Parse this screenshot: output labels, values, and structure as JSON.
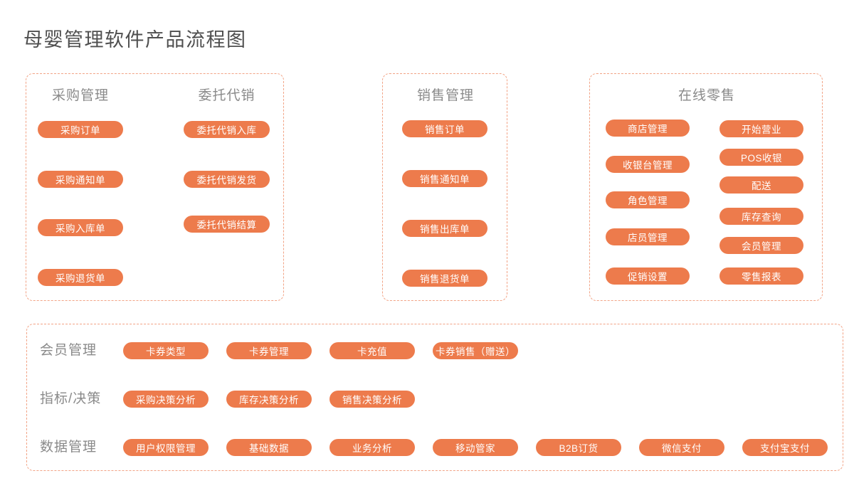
{
  "title": "母婴管理软件产品流程图",
  "colors": {
    "pill_bg": "#ED7B4C",
    "box_border": "#F2A385",
    "heading_gray": "#8A8A8A",
    "title_color": "#4F4F4F",
    "pill_text": "#FFFFFF"
  },
  "purchase_box": {
    "columns": [
      {
        "header": "采购管理",
        "pills": [
          "采购订单",
          "采购通知单",
          "采购入库单",
          "采购退货单"
        ]
      },
      {
        "header": "委托代销",
        "pills": [
          "委托代销入库",
          "委托代销发货",
          "委托代销结算"
        ]
      }
    ]
  },
  "sales_box": {
    "header": "销售管理",
    "pills": [
      "销售订单",
      "销售通知单",
      "销售出库单",
      "销售退货单"
    ]
  },
  "retail_box": {
    "header": "在线零售",
    "left_pills": [
      "商店管理",
      "收银台管理",
      "角色管理",
      "店员管理",
      "促销设置"
    ],
    "right_pills": [
      "开始营业",
      "POS收银",
      "配送",
      "库存查询",
      "会员管理",
      "零售报表"
    ]
  },
  "bottom_box": {
    "rows": [
      {
        "label": "会员管理",
        "pills": [
          "卡券类型",
          "卡券管理",
          "卡充值",
          "卡券销售（赠送）"
        ]
      },
      {
        "label": "指标/决策",
        "pills": [
          "采购决策分析",
          "库存决策分析",
          "销售决策分析"
        ]
      },
      {
        "label": "数据管理",
        "pills": [
          "用户权限管理",
          "基础数据",
          "业务分析",
          "移动管家",
          "B2B订货",
          "微信支付",
          "支付宝支付"
        ]
      }
    ]
  }
}
